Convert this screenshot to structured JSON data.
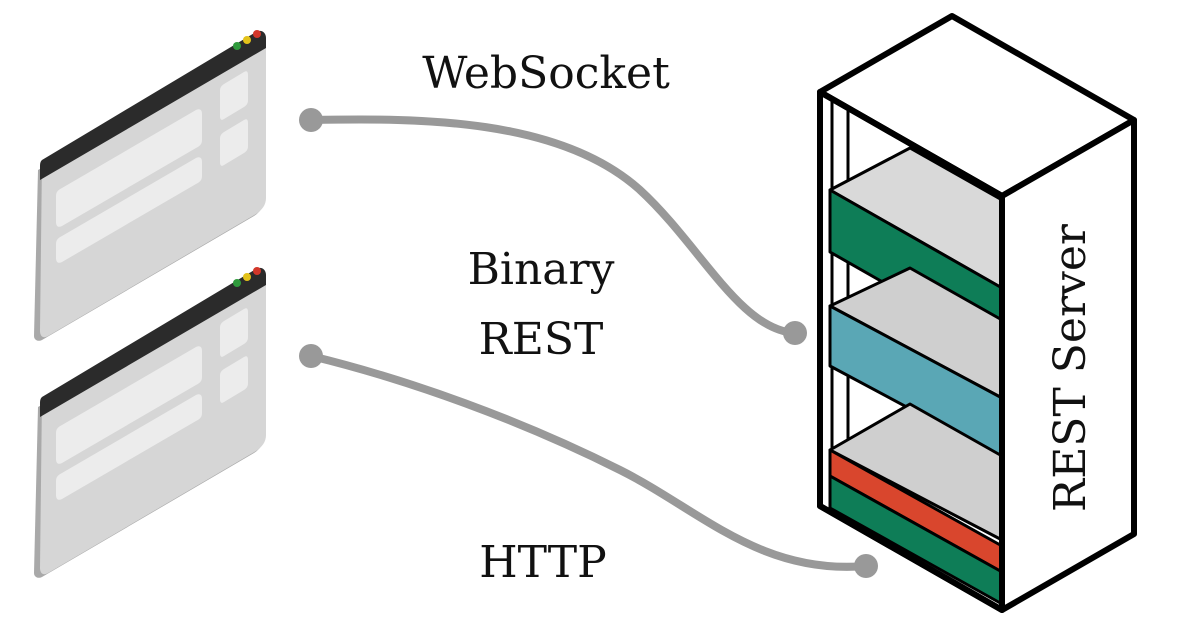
{
  "labels": {
    "websocket": "WebSocket",
    "binary_line1": "Binary",
    "binary_line2": "REST",
    "http": "HTTP",
    "server": "REST Server"
  },
  "browser_windows": [
    {
      "id": "top",
      "traffic_lights": [
        "#2f9a3c",
        "#e3c21a",
        "#d2372a"
      ]
    },
    {
      "id": "bottom",
      "traffic_lights": [
        "#2f9a3c",
        "#e3c21a",
        "#d2372a"
      ]
    }
  ],
  "connections": [
    {
      "from": "browser-window-top",
      "to": "rest-server",
      "label": "WebSocket / Binary REST"
    },
    {
      "from": "browser-window-bottom",
      "to": "rest-server",
      "label": "HTTP"
    }
  ],
  "server_shelves": [
    {
      "color": "#0e7d57"
    },
    {
      "color": "#5aa7b5"
    },
    {
      "color": "#d9462d"
    },
    {
      "color": "#0e7d57"
    }
  ],
  "colors": {
    "connector": "#999999",
    "window_body": "#d6d6d6",
    "window_bar": "#2b2b2b",
    "outline": "#000000"
  }
}
